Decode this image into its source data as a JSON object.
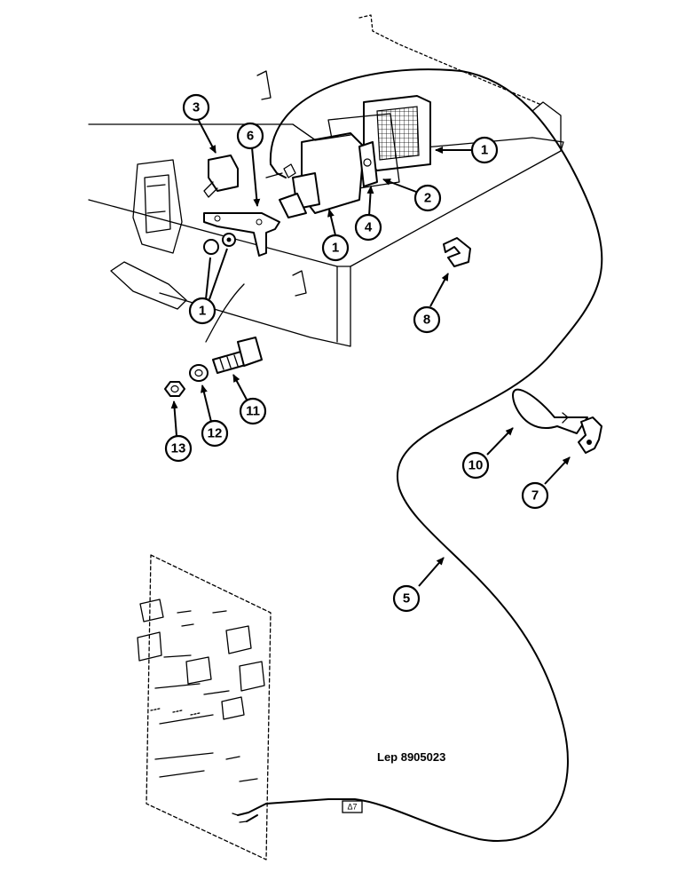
{
  "reference_code": "Lep 8905023",
  "cable_tag": "Δ7",
  "callouts": [
    {
      "id": "c1a",
      "label": "1"
    },
    {
      "id": "c2",
      "label": "2"
    },
    {
      "id": "c3",
      "label": "3"
    },
    {
      "id": "c6",
      "label": "6"
    },
    {
      "id": "c4",
      "label": "4"
    },
    {
      "id": "c1b",
      "label": "1"
    },
    {
      "id": "c1c",
      "label": "1"
    },
    {
      "id": "c8",
      "label": "8"
    },
    {
      "id": "c11",
      "label": "11"
    },
    {
      "id": "c12",
      "label": "12"
    },
    {
      "id": "c13",
      "label": "13"
    },
    {
      "id": "c10",
      "label": "10"
    },
    {
      "id": "c7",
      "label": "7"
    },
    {
      "id": "c5",
      "label": "5"
    }
  ]
}
